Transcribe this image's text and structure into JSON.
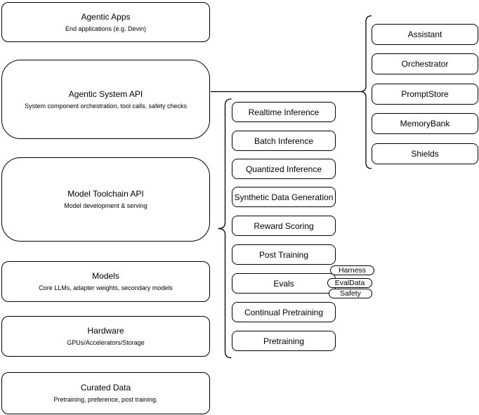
{
  "diagram": {
    "background_color": "#ffffff",
    "stroke_color": "#000000"
  },
  "left_stack": [
    {
      "title": "Agentic Apps",
      "subtitle": "End applications (e.g. Devin)"
    },
    {
      "title": "Agentic System API",
      "subtitle": "System component orchestration, tool calls, safety checks"
    },
    {
      "title": "Model Toolchain API",
      "subtitle": "Model development & serving"
    },
    {
      "title": "Models",
      "subtitle": "Core LLMs, adapter weights, secondary models"
    },
    {
      "title": "Hardware",
      "subtitle": "GPUs/Accelerators/Storage"
    },
    {
      "title": "Curated Data",
      "subtitle": "Pretraining, preference, post training."
    }
  ],
  "toolchain_items": [
    {
      "label": "Realtime Inference"
    },
    {
      "label": "Batch Inference"
    },
    {
      "label": "Quantized Inference"
    },
    {
      "label": "Synthetic Data Generation"
    },
    {
      "label": "Reward Scoring"
    },
    {
      "label": "Post Training"
    },
    {
      "label": "Evals"
    },
    {
      "label": "Continual Pretraining"
    },
    {
      "label": "Pretraining"
    }
  ],
  "evals_tags": [
    {
      "label": "Harness"
    },
    {
      "label": "EvalData"
    },
    {
      "label": "Safety"
    }
  ],
  "system_components": [
    {
      "label": "Assistant"
    },
    {
      "label": "Orchestrator"
    },
    {
      "label": "PromptStore"
    },
    {
      "label": "MemoryBank"
    },
    {
      "label": "Shields"
    }
  ]
}
